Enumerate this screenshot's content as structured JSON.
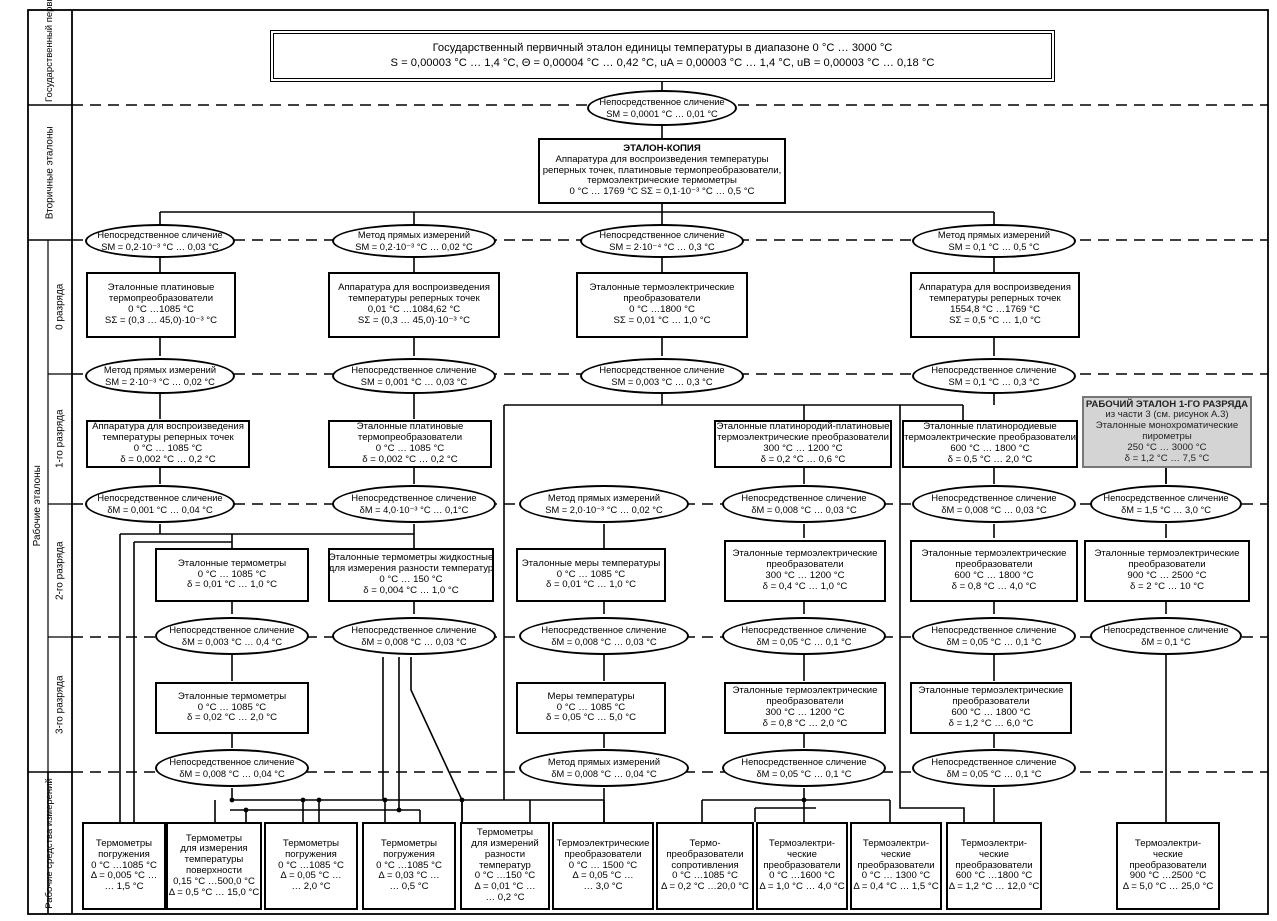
{
  "left_labels": {
    "state": "Государственный первичный эталон",
    "secondary": "Вторичные эталоны",
    "working": "Рабочие эталоны",
    "r0": "0 разряда",
    "r1": "1-го разряда",
    "r2": "2-го разряда",
    "r3": "3-го разряда",
    "instruments": "Рабочие средства измерений"
  },
  "header": {
    "line1": "Государственный первичный эталон единицы температуры в диапазоне 0 °C … 3000 °C",
    "line2": "S = 0,00003 °C … 1,4 °C,   Θ = 0,00004 °C … 0,42 °C,   uA = 0,00003 °C … 1,4 °C,   uB = 0,00003 °C … 0,18 °C"
  },
  "methods": {
    "m_top": [
      "Непосредственное сличение",
      "SM = 0,0001 °C … 0,01 °C"
    ],
    "m0a": [
      "Непосредственное сличение",
      "SM = 0,2·10⁻³ °C … 0,03 °C"
    ],
    "m0b": [
      "Метод прямых измерений",
      "SM = 0,2·10⁻³ °C … 0,02 °C"
    ],
    "m0c": [
      "Непосредственное сличение",
      "SM = 2·10⁻⁴ °C … 0,3 °C"
    ],
    "m0d": [
      "Метод прямых измерений",
      "SM = 0,1 °C … 0,5 °C"
    ],
    "m1a": [
      "Метод прямых измерений",
      "SM = 2·10⁻³ °C … 0,02 °C"
    ],
    "m1b": [
      "Непосредственное сличение",
      "SM = 0,001 °C … 0,03 °C"
    ],
    "m1c": [
      "Непосредственное сличение",
      "SM = 0,003 °C … 0,3 °C"
    ],
    "m1d": [
      "Непосредственное сличение",
      "SM = 0,1 °C … 0,3 °C"
    ],
    "m2a": [
      "Непосредственное сличение",
      "δM = 0,001 °C … 0,04 °C"
    ],
    "m2b": [
      "Непосредственное сличение",
      "δM = 4,0·10⁻³ °C … 0,1°C"
    ],
    "m2c": [
      "Метод прямых измерений",
      "SM = 2,0·10⁻³ °C … 0,02 °C"
    ],
    "m2d": [
      "Непосредственное сличение",
      "δM = 0,008 °C … 0,03 °C"
    ],
    "m2e": [
      "Непосредственное сличение",
      "δM = 0,008 °C … 0,03 °C"
    ],
    "m2f": [
      "Непосредственное сличение",
      "δM = 1,5 °C … 3,0 °C"
    ],
    "m3a": [
      "Непосредственное сличение",
      "δM = 0,003 °C … 0,4 °C"
    ],
    "m3b": [
      "Непосредственное сличение",
      "δM = 0,008 °C … 0,03 °C"
    ],
    "m3c": [
      "Непосредственное сличение",
      "δM = 0,008 °C … 0,03 °C"
    ],
    "m3d": [
      "Непосредственное сличение",
      "δM = 0,05 °C … 0,1 °C"
    ],
    "m3e": [
      "Непосредственное сличение",
      "δM = 0,05 °C … 0,1 °C"
    ],
    "m3f": [
      "Непосредственное сличение",
      "δM = 0,1 °C"
    ],
    "m4a": [
      "Непосредственное сличение",
      "δM = 0,008 °C … 0,04 °C"
    ],
    "m4c": [
      "Метод прямых измерений",
      "δM = 0,008 °C … 0,04 °C"
    ],
    "m4d": [
      "Непосредственное сличение",
      "δM = 0,05 °C … 0,1 °C"
    ],
    "m4e": [
      "Непосредственное сличение",
      "δM = 0,05 °C … 0,1 °C"
    ]
  },
  "boxes": {
    "sec": [
      "ЭТАЛОН-КОПИЯ",
      "Аппаратура для воспроизведения температуры",
      "реперных точек, платиновые термопреобразователи,",
      "термоэлектрические термометры",
      "0 °C … 1769 °C   SΣ = 0,1·10⁻³ °C … 0,5 °C"
    ],
    "b0a": [
      "Эталонные платиновые",
      "термопреобразователи",
      "0 °C …1085 °C",
      "SΣ = (0,3 … 45,0)·10⁻³ °C"
    ],
    "b0b": [
      "Аппаратура для воспроизведения",
      "температуры реперных точек",
      "0,01 °C …1084,62 °C",
      "SΣ = (0,3 … 45,0)·10⁻³ °C"
    ],
    "b0c": [
      "Эталонные термоэлектрические",
      "преобразователи",
      "0 °C …1800 °C",
      "SΣ = 0,01 °C … 1,0 °C"
    ],
    "b0d": [
      "Аппаратура для воспроизведения",
      "температуры реперных точек",
      "1554,8 °C …1769 °C",
      "SΣ = 0,5 °C … 1,0 °C"
    ],
    "b1a": [
      "Аппаратура для воспроизведения",
      "температуры реперных точек",
      "0 °C … 1085 °C",
      "δ = 0,002 °C … 0,2 °C"
    ],
    "b1b": [
      "Эталонные платиновые",
      "термопреобразователи",
      "0 °C … 1085 °C",
      "δ = 0,002 °C … 0,2 °C"
    ],
    "b1d": [
      "Эталонные платинородий-платиновые",
      "термоэлектрические преобразователи",
      "300 °C … 1200 °C",
      "δ = 0,2 °C … 0,6 °C"
    ],
    "b1e": [
      "Эталонные платинородиевые",
      "термоэлектрические преобразователи",
      "600 °C … 1800 °C",
      "δ = 0,5 °C … 2,0 °C"
    ],
    "b1f": [
      "РАБОЧИЙ ЭТАЛОН 1-ГО РАЗРЯДА",
      "из части 3 (см. рисунок А.3)",
      "Эталонные монохроматические",
      "пирометры",
      "250 °C … 3000 °C",
      "δ = 1,2 °C … 7,5 °C"
    ],
    "b2a": [
      "Эталонные термометры",
      "0 °C … 1085 °C",
      "δ = 0,01 °C … 1,0 °C"
    ],
    "b2b": [
      "Эталонные термометры жидкостные",
      "для измерения разности температур",
      "0 °C … 150 °C",
      "δ = 0,004 °C … 1,0 °C"
    ],
    "b2c": [
      "Эталонные меры температуры",
      "0 °C … 1085 °C",
      "δ = 0,01 °C … 1,0 °C"
    ],
    "b2d": [
      "Эталонные термоэлектрические",
      "преобразователи",
      "300 °C … 1200 °C",
      "δ = 0,4 °C … 1,0 °C"
    ],
    "b2e": [
      "Эталонные термоэлектрические",
      "преобразователи",
      "600 °C … 1800 °C",
      "δ = 0,8 °C … 4,0 °C"
    ],
    "b2f": [
      "Эталонные термоэлектрические",
      "преобразователи",
      "900 °C … 2500 °C",
      "δ = 2 °C … 10 °C"
    ],
    "b3a": [
      "Эталонные термометры",
      "0 °C … 1085 °C",
      "δ = 0,02 °C … 2,0 °C"
    ],
    "b3c": [
      "Меры температуры",
      "0 °C … 1085 °C",
      "δ = 0,05 °C … 5,0 °C"
    ],
    "b3d": [
      "Эталонные термоэлектрические",
      "преобразователи",
      "300 °C … 1200 °C",
      "δ = 0,8 °C … 2,0 °C"
    ],
    "b3e": [
      "Эталонные термоэлектрические",
      "преобразователи",
      "600 °C … 1800 °C",
      "δ = 1,2 °C … 6,0 °C"
    ],
    "w1": [
      "Термометры",
      "погружения",
      "0 °C …1085 °C",
      "Δ = 0,005 °C …",
      "… 1,5 °C"
    ],
    "w2": [
      "Термометры",
      "для измерения",
      "температуры",
      "поверхности",
      "0,15 °C …500,0 °C",
      "Δ = 0,5 °C … 15,0 °C"
    ],
    "w3": [
      "Термометры",
      "погружения",
      "0 °C …1085 °C",
      "Δ = 0,05 °C …",
      "… 2,0 °C"
    ],
    "w4": [
      "Термометры",
      "погружения",
      "0 °C …1085 °C",
      "Δ = 0,03 °C …",
      "… 0,5 °C"
    ],
    "w5": [
      "Термометры",
      "для измерений",
      "разности",
      "температур",
      "0 °C …150 °C",
      "Δ = 0,01 °C …",
      "… 0,2 °C"
    ],
    "w6": [
      "Термоэлектрические",
      "преобразователи",
      "0 °C … 1500 °C",
      "Δ = 0,05 °C …",
      "… 3,0 °C"
    ],
    "w7": [
      "Термо-",
      "преобразователи",
      "сопротивления",
      "0 °C …1085 °C",
      "Δ = 0,2 °C …20,0 °C"
    ],
    "w8": [
      "Термоэлектри-",
      "ческие",
      "преобразователи",
      "0 °C …1600 °C",
      "Δ = 1,0 °C … 4,0 °C"
    ],
    "w9": [
      "Термоэлектри-",
      "ческие",
      "преобразователи",
      "0 °C … 1300 °C",
      "Δ = 0,4 °C … 1,5 °C"
    ],
    "w10": [
      "Термоэлектри-",
      "ческие",
      "преобразователи",
      "600 °C …1800 °C",
      "Δ = 1,2 °C … 12,0 °C"
    ],
    "w11": [
      "Термоэлектри-",
      "ческие",
      "преобразователи",
      "900 °C …2500 °C",
      "Δ = 5,0 °C … 25,0 °C"
    ]
  }
}
